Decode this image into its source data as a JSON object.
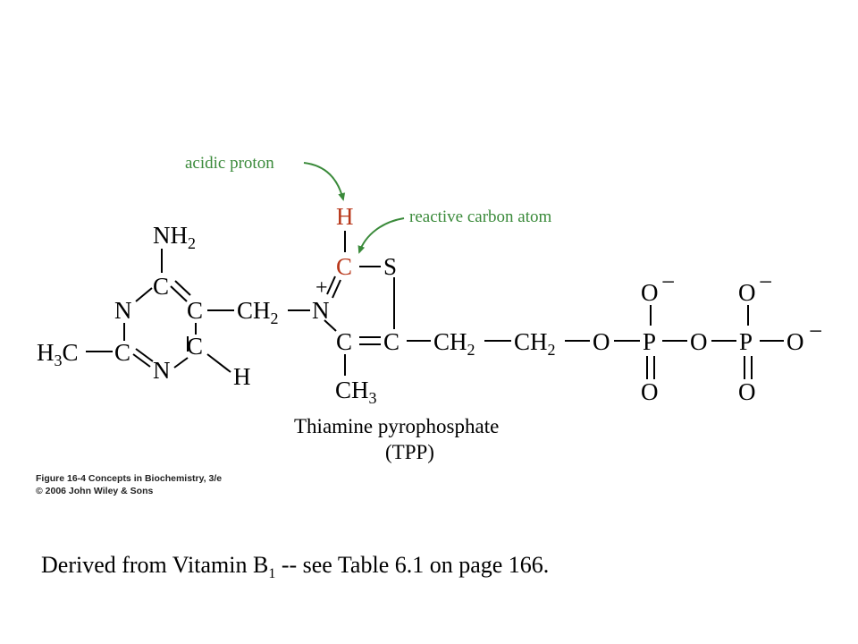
{
  "colors": {
    "annotation": "#3a8a3a",
    "highlight": "#b8371a",
    "text": "#000000"
  },
  "annotations": {
    "acidic_proton": "acidic proton",
    "reactive_carbon": "reactive carbon atom"
  },
  "molecule": {
    "nh2": "NH",
    "nh2_sub": "2",
    "ring_c_top": "C",
    "ring_n_left": "N",
    "ring_c_right": "C",
    "ch2_link": "CH",
    "ch2_link_sub": "2",
    "thz_n": "N",
    "plus": "+",
    "h_acid": "H",
    "c2": "C",
    "s": "S",
    "h3c": "H",
    "h3c_sub": "3",
    "h3c_c": "C",
    "ring_c_bottom_left": "C",
    "ring_n_bottom": "N",
    "ring_c_bottom_right": "C",
    "h_ring": "H",
    "c4": "C",
    "c5": "C",
    "ch3": "CH",
    "ch3_sub": "3",
    "ch2_a": "CH",
    "ch2_a_sub": "2",
    "ch2_b": "CH",
    "ch2_b_sub": "2",
    "o1": "O",
    "p1": "P",
    "o2": "O",
    "p2": "P",
    "o3": "O",
    "o_minus_top1": "O",
    "o_minus_top2": "O",
    "o_double1": "O",
    "o_double2": "O",
    "minus": "−"
  },
  "caption": {
    "line1": "Thiamine pyrophosphate",
    "line2": "(TPP)"
  },
  "credit": {
    "line1": "Figure 16-4  Concepts in Biochemistry, 3/e",
    "line2": "© 2006 John Wiley & Sons"
  },
  "footer": {
    "text": "Derived from Vitamin B",
    "subscript": "1",
    "rest": " -- see Table 6.1 on page 166."
  }
}
